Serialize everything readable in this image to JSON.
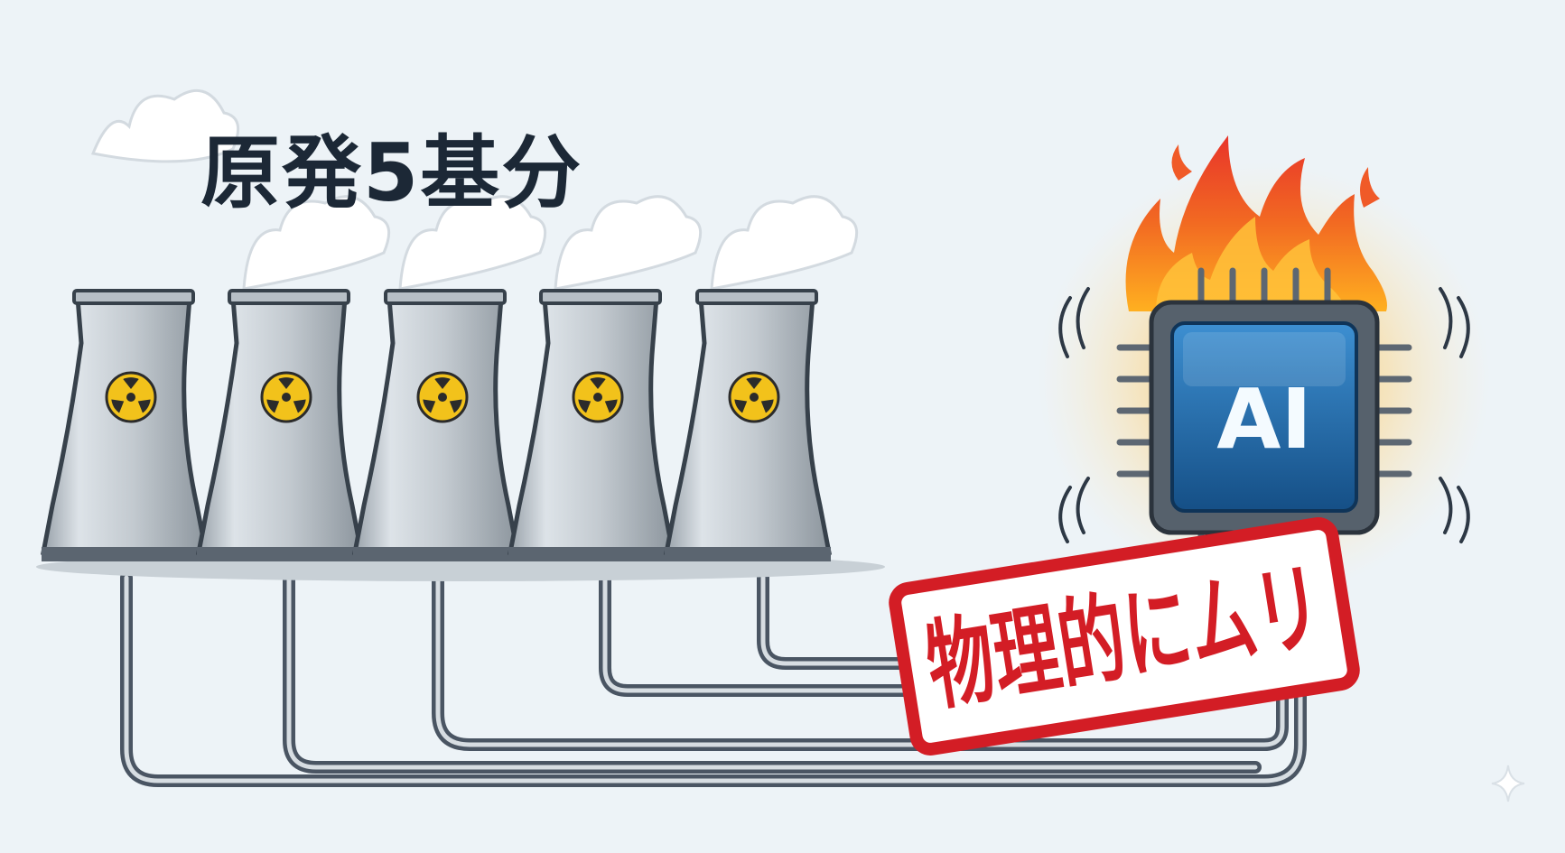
{
  "headline": "原発5基分",
  "chip": {
    "label": "AI"
  },
  "stamp": {
    "text": "物理的にムリ"
  },
  "icons": {
    "tower": "cooling-tower-icon",
    "radiation": "radiation-icon",
    "chip": "ai-chip-icon",
    "flame": "flame-icon",
    "steam": "steam-icon",
    "sparkle": "sparkle-icon"
  },
  "colors": {
    "background": "#edf3f7",
    "headline": "#1c2836",
    "tower": "#c9d0d6",
    "radiation": "#f2c21b",
    "chip": "#1e6fb0",
    "flame": "#f05a28",
    "stamp": "#d31d25",
    "pipe": "#4a5563"
  }
}
